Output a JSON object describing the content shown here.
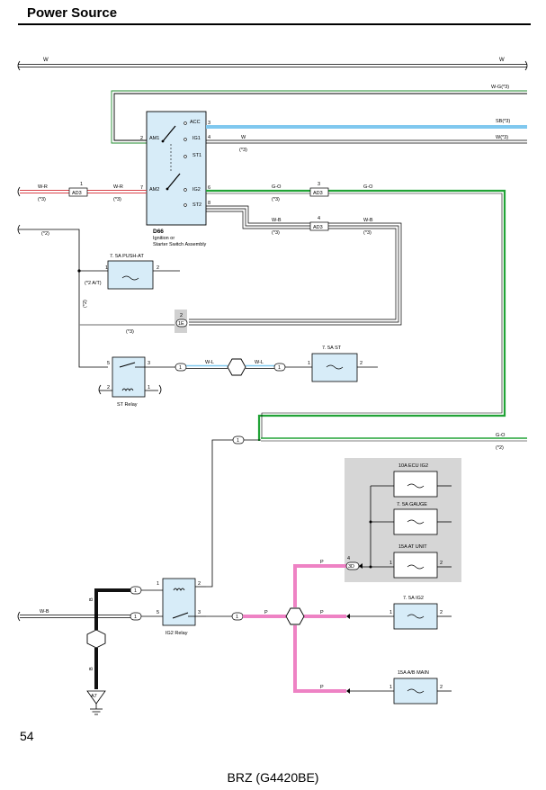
{
  "header": {
    "title": "Power Source"
  },
  "footer": {
    "page_number": "54",
    "model": "BRZ (G4420BE)"
  },
  "colors": {
    "wire_white": "#000000",
    "wire_pink": "#ee82c4",
    "wire_green": "#21a336",
    "wire_blue": "#7fc8ef",
    "wire_red": "#d9434a",
    "component_fill": "#d7ecf8",
    "fuse_box_fill": "#d6d6d6"
  },
  "wires": {
    "top_w_left": "W",
    "top_w_right": "W",
    "wg": "W-G(*3)",
    "sb": "SB(*3)",
    "acc_pin": "3",
    "ig1_pin": "4",
    "w_mid": "W",
    "w_mid_note": "(*3)",
    "w_right": "W(*3)",
    "wr_left": "W-R",
    "wr_left_note": "(*3)",
    "ad3_pin1": "1",
    "ad3_conn1": "AD3",
    "wr_right": "W-R",
    "wr_right_note": "(*3)",
    "am2_pin": "7",
    "am1_pin": "2",
    "ig2_pin": "6",
    "go1": "G-O",
    "go1_note": "(*3)",
    "ad3_pin3": "3",
    "ad3_conn3": "AD3",
    "go2": "G-O",
    "st2_pin": "8",
    "wb1": "W-B",
    "wb1_note": "(*3)",
    "ad3_pin4": "4",
    "ad3_conn4": "AD3",
    "wb2": "W-B",
    "wb2_note": "(*3)",
    "star2_top": "(*2)",
    "star2a_t": "(*2 A/T)",
    "star2_vert": "(*2)",
    "star3": "(*3)",
    "j1e_pin": "2",
    "j1e_label": "1E",
    "wl1": "W-L",
    "wl2": "W-L",
    "st_conn1": "1",
    "st_conn2": "1",
    "go_right": "G-O",
    "go_right_note": "(*2)",
    "j1_label": "1",
    "p1": "P",
    "p2": "P",
    "p3": "P",
    "p4": "P",
    "c3d_pin": "4",
    "c3d_label": "3D",
    "b_wire1": "B",
    "b_wire2": "B",
    "wb_left": "W-B",
    "ig2r_conn1": "1",
    "ig2r_conn2": "1",
    "ig2r_out": "1",
    "ground_label": "A7"
  },
  "components": {
    "ignition": {
      "code": "D66",
      "name_line1": "Ignition or",
      "name_line2": "Starter Switch Assembly",
      "acc": "ACC",
      "ig1": "IG1",
      "st1": "ST1",
      "am1": "AM1",
      "am2": "AM2",
      "ig2": "IG2",
      "st2": "ST2"
    },
    "push_at": {
      "label": "7. 5A PUSH-AT",
      "pin_left": "1",
      "pin_right": "2"
    },
    "st_fuse": {
      "label": "7. 5A ST",
      "pin_left": "1",
      "pin_right": "2"
    },
    "st_relay": {
      "label": "ST Relay",
      "p5": "5",
      "p3": "3",
      "p2": "2",
      "p1": "1"
    },
    "ig2_relay": {
      "label": "IG2 Relay",
      "p1": "1",
      "p2": "2",
      "p5": "5",
      "p3": "3"
    },
    "ecu_ig2": {
      "label": "10A ECU IG2",
      "pin_left": "",
      "pin_right": ""
    },
    "gauge": {
      "label": "7. 5A GAUGE"
    },
    "at_unit": {
      "label": "15A AT UNIT",
      "pin_left": "1",
      "pin_right": "2"
    },
    "ig2_fuse": {
      "label": "7. 5A IG2",
      "pin_left": "1",
      "pin_right": "2"
    },
    "ab_main": {
      "label": "15A A/B MAIN",
      "pin_left": "1",
      "pin_right": "2"
    }
  }
}
